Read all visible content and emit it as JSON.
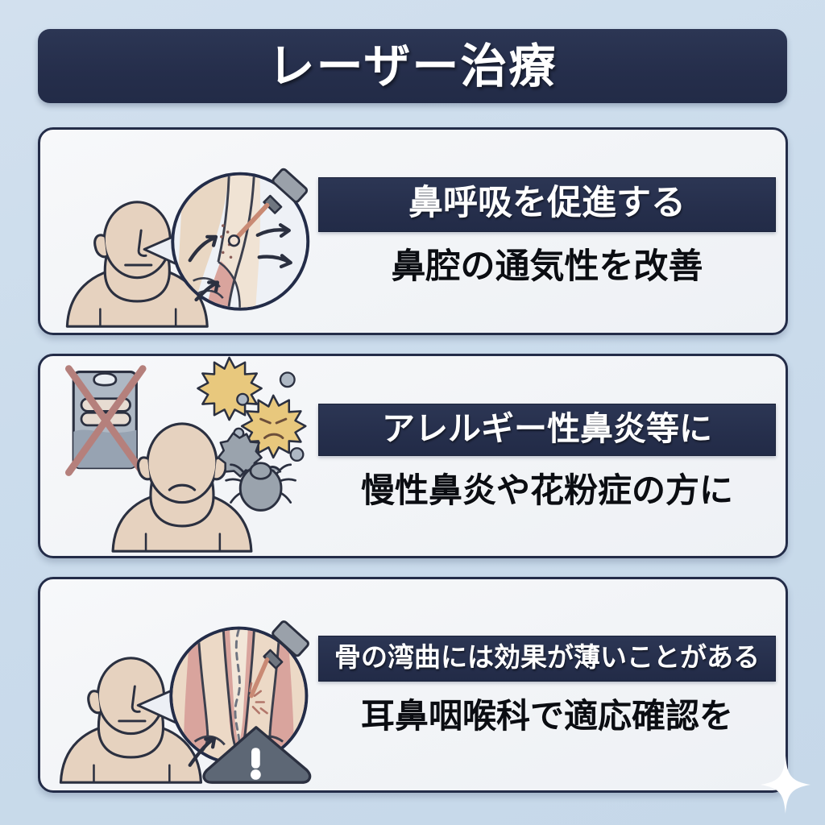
{
  "title": {
    "text": "レーザー治療"
  },
  "colors": {
    "navy": "#252e4b",
    "background": "#cbdcec",
    "card_face": "#f4f6f9",
    "headline_text": "#ffffff",
    "subtext": "#0b0d12",
    "skin": "#e6d2bf",
    "mucosa": "#d49b94",
    "pollen": "#e8c87d",
    "mite": "#9aa3ad",
    "cross_mark": "#b5807c",
    "warning": "#5d6775"
  },
  "cards": [
    {
      "id": "card-1",
      "headline": "鼻呼吸を促進する",
      "subtext": "鼻腔の通気性を改善",
      "illustration": "person-with-nasal-cavity-laser-magnifier",
      "icons": [
        "person-bust-icon",
        "magnifier-circle-icon",
        "laser-probe-icon",
        "airflow-arrow-icon"
      ]
    },
    {
      "id": "card-2",
      "headline": "アレルギー性鼻炎等に",
      "subtext": "慢性鼻炎や花粉症の方に",
      "illustration": "allergy-sufferer-with-allergens-and-crossed-medicine",
      "icons": [
        "medicine-blister-pack-icon",
        "cross-out-icon",
        "sad-person-bust-icon",
        "pollen-icon",
        "dust-mite-icon"
      ]
    },
    {
      "id": "card-3",
      "headline": "骨の湾曲には効果が薄いことがある",
      "subtext": "耳鼻咽喉科で適応確認を",
      "illustration": "person-with-deviated-septum-magnifier-and-warning",
      "icons": [
        "person-bust-icon",
        "magnifier-circle-icon",
        "laser-probe-icon",
        "warning-triangle-icon"
      ]
    }
  ],
  "decor": {
    "sparkle": "sparkle-icon"
  }
}
